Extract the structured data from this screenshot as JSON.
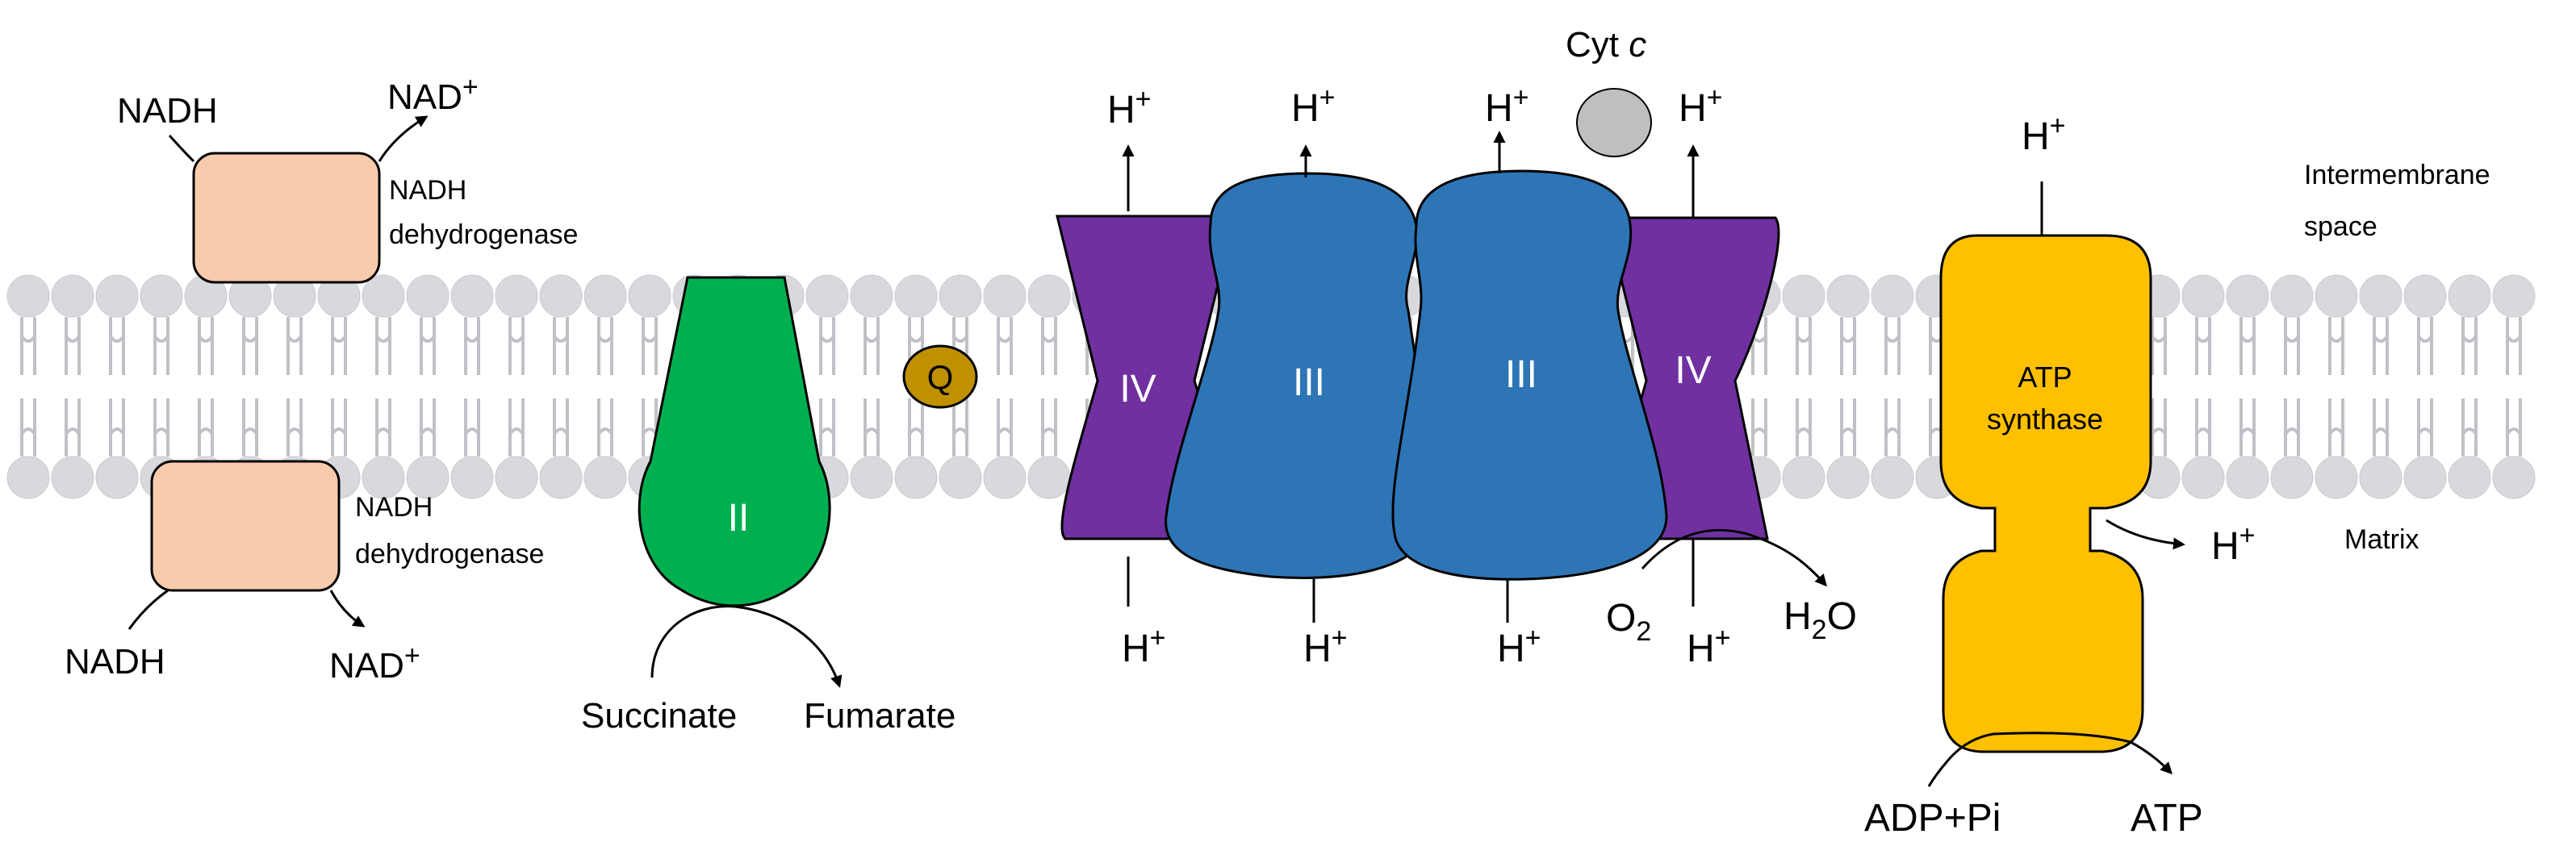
{
  "colors": {
    "lipid_head": "#d7d9dd",
    "lipid_tail": "#bfc1c6",
    "nadh_dehydrogenase": "#f8cbad",
    "complex_ii": "#00b050",
    "complex_iii": "#2e75b6",
    "complex_iv": "#7030a0",
    "quinone": "#bf9000",
    "cyt_c": "#bfbfbf",
    "atp_synthase": "#ffc000"
  },
  "labels": {
    "nadh_top_in": "NADH",
    "nad_top_out": "NAD",
    "nadh_dehydrogenase_top_1": "NADH",
    "nadh_dehydrogenase_top_2": "dehydrogenase",
    "nadh_dehydrogenase_bottom_1": "NADH",
    "nadh_dehydrogenase_bottom_2": "dehydrogenase",
    "nadh_bottom_in": "NADH",
    "nad_bottom_out": "NAD",
    "plus": "+",
    "complex_ii": "II",
    "succinate": "Succinate",
    "fumarate": "Fumarate",
    "quinone": "Q",
    "complex_iv_left": "IV",
    "complex_iii_left": "III",
    "complex_iii_right": "III",
    "complex_iv_right": "IV",
    "cyt_c_prefix": "Cyt",
    "cyt_c_italic": "c",
    "proton": "H",
    "oxygen": "O",
    "oxygen_sub": "2",
    "water_h": "H",
    "water_sub": "2",
    "water_o": "O",
    "atp_synthase_1": "ATP",
    "atp_synthase_2": "synthase",
    "adp_pi": "ADP+Pi",
    "atp": "ATP",
    "intermembrane_1": "Intermembrane",
    "intermembrane_2": "space",
    "matrix": "Matrix"
  }
}
